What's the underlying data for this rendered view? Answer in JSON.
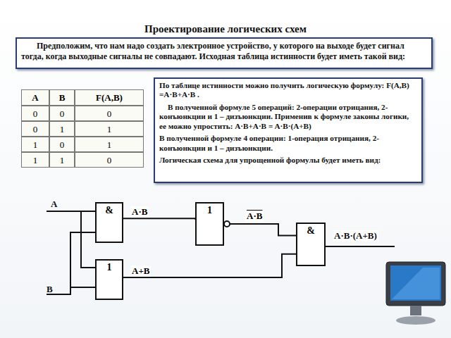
{
  "diagram": {
    "title": "Проектирование логических схем",
    "nodes": [
      {
        "text": [
          "Предположим, что нам надо создать электронное устройство, у которого на выходе будет сигнал тогда, когда выходные сигналы не совпадают. Исходная таблица истинности будет иметь такой вид:"
        ]
      },
      {
        "text": [
          "По таблице истинности можно получить логическую формулу: F(A,B) =A·B+A·B .",
          "В полученной формуле 5 операций: 2-операции отрицания, 2-конъюнкции и 1 – дизъюнкции. Применив к формуле законы логики, ее можно упростить: A·B+A·B = A·B·(A+B)",
          "В полученной формуле 4 операции: 1-операция отрицания, 2-конъюнкции и 1 – дизъюнкции.",
          "Логическая схема для упрощенной формулы будет иметь вид:"
        ]
      },
      {
        "text": [
          "&"
        ]
      },
      {
        "text": [
          "1"
        ]
      },
      {
        "text": [
          "&"
        ]
      },
      {
        "text": [
          "1"
        ]
      }
    ],
    "edges": [
      {
        "from": 2,
        "to": 3,
        "arrow": "none",
        "label": "A·B"
      },
      {
        "from": 3,
        "to": 4,
        "arrow": "none",
        "label": "A·B"
      },
      {
        "from": 5,
        "to": 4,
        "arrow": "none",
        "label": "A+B"
      }
    ],
    "labels": [
      "A",
      "B",
      "F(A,B)",
      "0",
      "0",
      "0",
      "0",
      "1",
      "1",
      "1",
      "0",
      "1",
      "1",
      "1",
      "0",
      "A",
      "B",
      "A·B·(A+B)"
    ]
  }
}
